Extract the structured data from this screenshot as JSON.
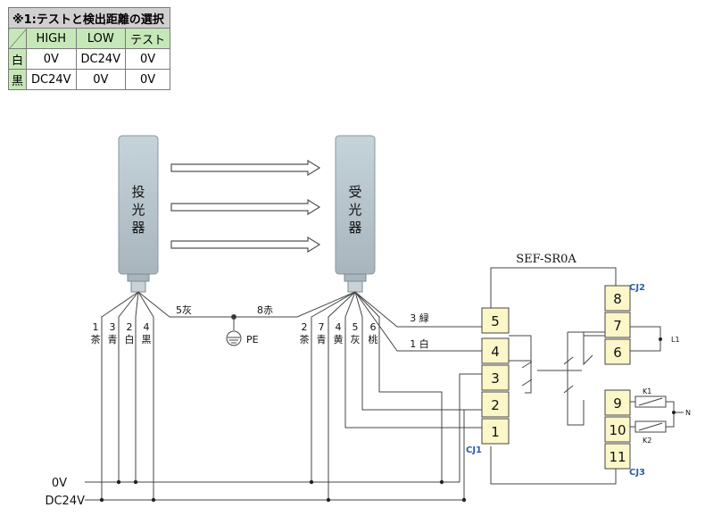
{
  "table": {
    "caption": "※1:テストと検出距離の選択",
    "headers": [
      "HIGH",
      "LOW",
      "テスト"
    ],
    "rows": [
      {
        "label": "白",
        "values": [
          "0V",
          "DC24V",
          "0V"
        ]
      },
      {
        "label": "黒",
        "values": [
          "DC24V",
          "0V",
          "0V"
        ]
      }
    ]
  },
  "emitter": {
    "label": [
      "投",
      "光",
      "器"
    ]
  },
  "receiver": {
    "label": [
      "受",
      "光",
      "器"
    ]
  },
  "emitter_wires": [
    {
      "num": "1",
      "color": "茶"
    },
    {
      "num": "3",
      "color": "青"
    },
    {
      "num": "2",
      "color": "白"
    },
    {
      "num": "4",
      "color": "黒"
    }
  ],
  "receiver_wires": [
    {
      "num": "2",
      "color": "茶"
    },
    {
      "num": "7",
      "color": "青"
    },
    {
      "num": "4",
      "color": "黄"
    },
    {
      "num": "5",
      "color": "灰"
    },
    {
      "num": "6",
      "color": "桃"
    }
  ],
  "wire_labels": {
    "w5gray": "5灰",
    "w8red": "8赤",
    "w3green": "3 緑",
    "w1white": "1 白",
    "pe": "PE"
  },
  "relay": {
    "model": "SEF-SR0A",
    "cj1_label": "CJ1",
    "cj2_label": "CJ2",
    "cj3_label": "CJ3",
    "cj1_terminals": [
      "5",
      "4",
      "3",
      "2",
      "1"
    ],
    "cj2_terminals": [
      "8",
      "7",
      "6"
    ],
    "cj3_terminals": [
      "9",
      "10",
      "11"
    ],
    "k1": "K1",
    "k2": "K2",
    "l1": "L1",
    "n": "N"
  },
  "power": {
    "zero_v": "0V",
    "dc24v": "DC24V"
  },
  "colors": {
    "sensor_top": "#c5d3db",
    "sensor_bottom": "#a9b5bd",
    "terminal": "#fbf7c8",
    "table_header": "#c6e8b8",
    "label_blue": "#2b5fa8"
  }
}
